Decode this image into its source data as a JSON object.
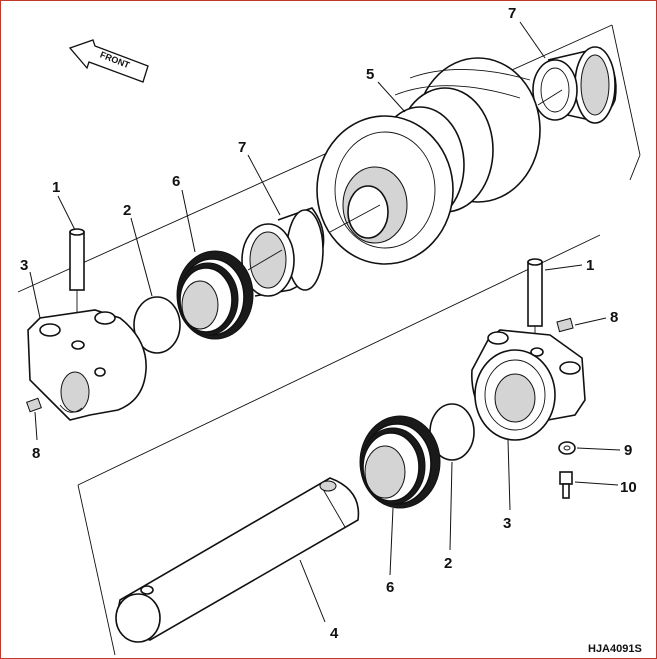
{
  "diagram": {
    "front_label": "FRONT",
    "reference_code": "HJA4091S",
    "callouts": {
      "c1a": "1",
      "c1b": "1",
      "c2a": "2",
      "c2b": "2",
      "c3a": "3",
      "c3b": "3",
      "c4": "4",
      "c5": "5",
      "c6a": "6",
      "c6b": "6",
      "c7a": "7",
      "c7b": "7",
      "c8a": "8",
      "c8b": "8",
      "c9": "9",
      "c10": "10"
    }
  }
}
